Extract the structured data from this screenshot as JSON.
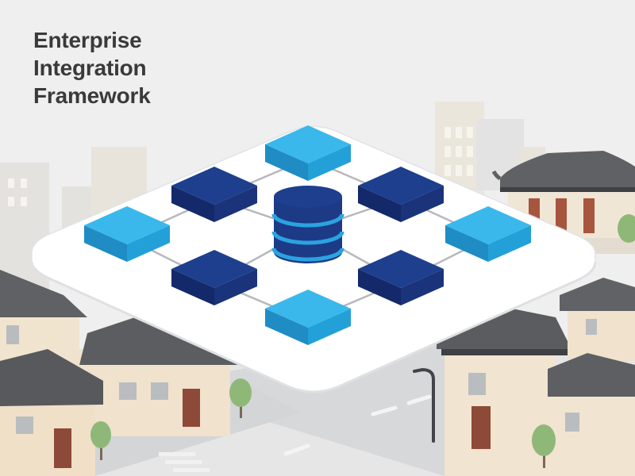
{
  "title": {
    "lines": [
      "Enterprise",
      "Integration",
      "Framework"
    ]
  },
  "diagram": {
    "center_node": "database-icon",
    "node_count": 8,
    "platform": "rounded-isometric-platform"
  },
  "colors": {
    "background": "#efefef",
    "platform": "#ffffff",
    "light_node": "#29a8e0",
    "dark_node": "#1c3a86",
    "connector": "#b6b8bc",
    "roof": "#5d5f62",
    "wall": "#efe3cf"
  }
}
